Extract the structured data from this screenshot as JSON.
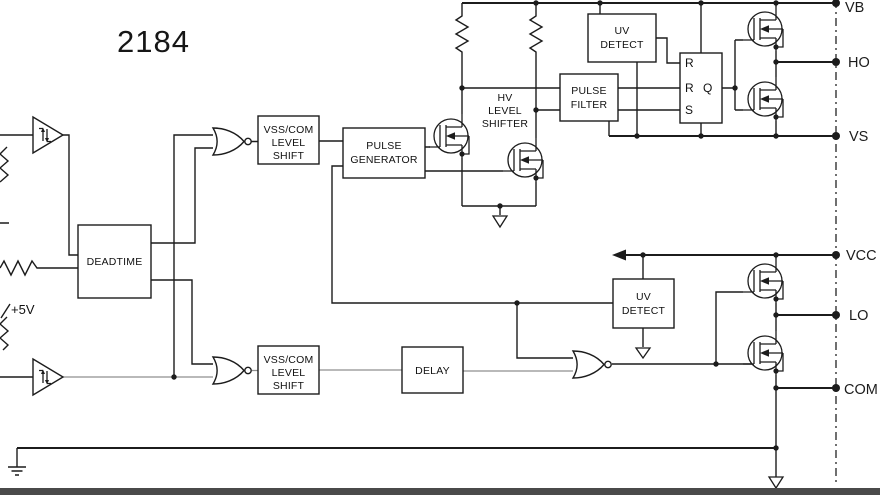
{
  "title": "2184",
  "colors": {
    "line": "#1c1c1c",
    "gray_line": "#8f8f8f",
    "background": "#ffffff",
    "bottom_bar": "#4a4a4a"
  },
  "blocks": {
    "deadtime": {
      "label": "DEADTIME"
    },
    "vss_com_shift_top": {
      "lines": [
        "VSS/COM",
        "LEVEL",
        "SHIFT"
      ]
    },
    "pulse_generator": {
      "lines": [
        "PULSE",
        "GENERATOR"
      ]
    },
    "hv_level_shifter": {
      "lines": [
        "HV",
        "LEVEL",
        "SHIFTER"
      ]
    },
    "uv_detect_top": {
      "lines": [
        "UV",
        "DETECT"
      ]
    },
    "pulse_filter": {
      "lines": [
        "PULSE",
        "FILTER"
      ]
    },
    "latch": {
      "inputs": [
        "R",
        "R",
        "S"
      ],
      "output": "Q"
    },
    "uv_detect_bottom": {
      "lines": [
        "UV",
        "DETECT"
      ]
    },
    "vss_com_shift_bottom": {
      "lines": [
        "VSS/COM",
        "LEVEL",
        "SHIFT"
      ]
    },
    "delay": {
      "label": "DELAY"
    }
  },
  "pins": [
    {
      "label": "VB"
    },
    {
      "label": "HO"
    },
    {
      "label": "VS"
    },
    {
      "label": "VCC"
    },
    {
      "label": "LO"
    },
    {
      "label": "COM"
    }
  ],
  "annotations": {
    "supply": "+5V"
  }
}
